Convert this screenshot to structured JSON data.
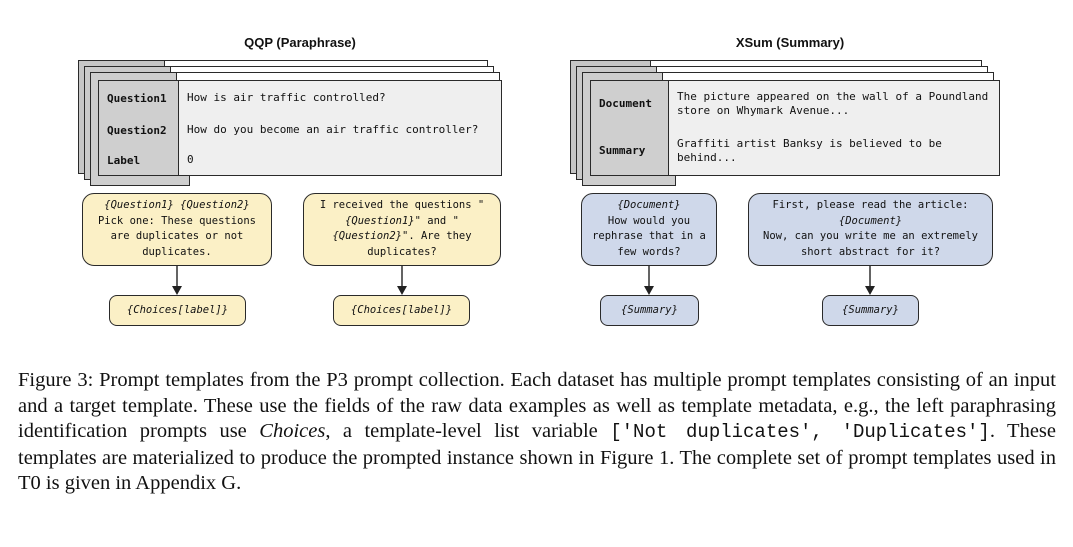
{
  "qqp": {
    "title": "QQP (Paraphrase)",
    "rows": [
      {
        "key": "Question1",
        "value": "How is air traffic controlled?"
      },
      {
        "key": "Question2",
        "value": "How do you become an air traffic controller?"
      },
      {
        "key": "Label",
        "value": "0"
      }
    ],
    "prompt1": {
      "line1_var1": "{Question1}",
      "line1_var2": "{Question2}",
      "text": "Pick one: These questions are duplicates or not duplicates."
    },
    "prompt2": {
      "before": "I received the questions \"",
      "var1": "{Question1}",
      "middle": "\" and \"",
      "var2": "{Question2}",
      "after": "\". Are they duplicates?"
    },
    "target1": "{Choices[label]}",
    "target2": "{Choices[label]}"
  },
  "xsum": {
    "title": "XSum (Summary)",
    "rows": [
      {
        "key": "Document",
        "value": "The picture appeared on the wall of a Poundland store on Whymark Avenue..."
      },
      {
        "key": "Summary",
        "value": "Graffiti artist Banksy is believed to be behind..."
      }
    ],
    "prompt1": {
      "var": "{Document}",
      "text": "How would you rephrase that in a few words?"
    },
    "prompt2": {
      "before": "First, please read the article:",
      "var": "{Document}",
      "after": "Now, can you write me an extremely short abstract for it?"
    },
    "target1": "{Summary}",
    "target2": "{Summary}"
  },
  "caption": {
    "part1": "Figure 3: Prompt templates from the P3 prompt collection. Each dataset has multiple prompt templates consisting of an input and a target template. These use the fields of the raw data examples as well as template metadata, e.g., the left paraphrasing identification prompts use ",
    "italic": "Choices",
    "part2": ", a template-level list variable ",
    "code": "['Not duplicates', 'Duplicates']",
    "part3": ". These templates are materialized to produce the prompted instance shown in Figure 1. The complete set of prompt templates used in T0 is given in Appendix G."
  }
}
